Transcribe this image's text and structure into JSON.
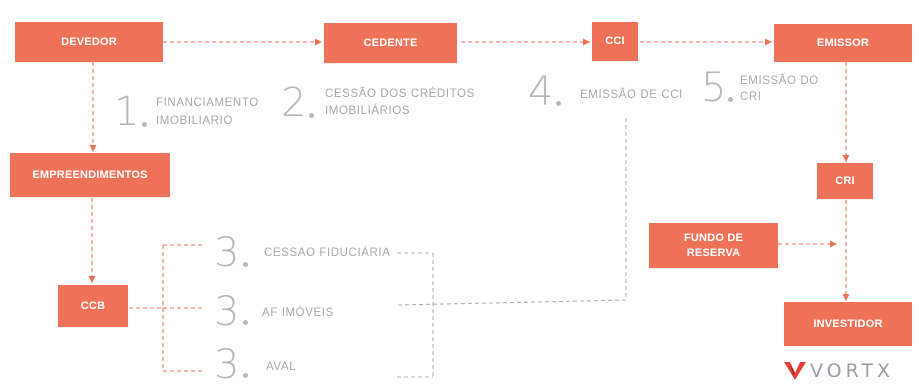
{
  "boxes": {
    "devedor": "DEVEDOR",
    "cedente": "CEDENTE",
    "cci": "CCI",
    "emissor": "EMISSOR",
    "empreendimentos": "EMPREENDIMENTOS",
    "cri": "CRI",
    "fundo_line1": "FUNDO DE",
    "fundo_line2": "RESERVA",
    "ccb": "CCB",
    "investidor": "INVESTIDOR"
  },
  "steps": {
    "s1": {
      "number": "1",
      "line1": "FINANCIAMENTO",
      "line2": "IMOBILIARIO"
    },
    "s2": {
      "number": "2",
      "line1": "CESSÃO DOS CRÉDITOS",
      "line2": "IMOBILIÁRIOS"
    },
    "s3a": {
      "number": "3",
      "line1": "CESSAO FIDUCIÁRIA"
    },
    "s3b": {
      "number": "3",
      "line1": "AF IMÓVEIS"
    },
    "s3c": {
      "number": "3",
      "line1": "AVAL"
    },
    "s4": {
      "number": "4",
      "line1": "EMISSÃO DE CCI"
    },
    "s5": {
      "number": "5",
      "line1": "EMISSÃO DO",
      "line2": "CRI"
    }
  },
  "logo": {
    "text": "VORTX"
  },
  "colors": {
    "box": "#ee7258",
    "arrow": "#ee7258",
    "gray_text": "#a8a8a8"
  }
}
